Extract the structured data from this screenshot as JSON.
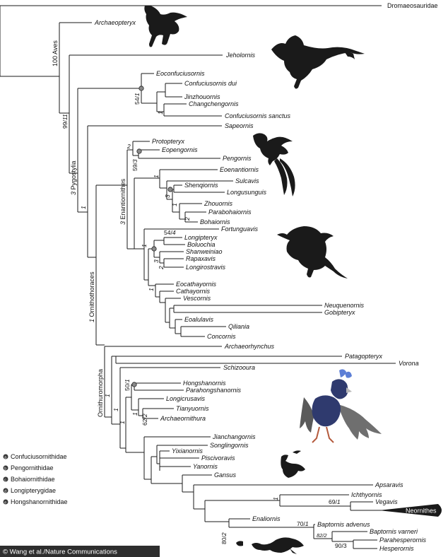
{
  "taxa": {
    "dromaeosauridae": "Dromaeosauridae",
    "archaeopteryx": "Archaeopteryx",
    "jeholornis": "Jeholornis",
    "eoconfuciusornis": "Eoconfuciusornis",
    "confuciusornis_dui": "Confuciusornis dui",
    "jinzhouornis": "Jinzhouornis",
    "changchengornis": "Changchengornis",
    "confuciusornis_sanctus": "Confuciusornis sanctus",
    "sapeornis": "Sapeornis",
    "protopteryx": "Protopteryx",
    "eopengornis": "Eopengornis",
    "pengornis": "Pengornis",
    "eoenantiornis": "Eoenantiornis",
    "sulcavis": "Sulcavis",
    "shenqiornis": "Shenqiornis",
    "longusunguis": "Longusunguis",
    "zhouornis": "Zhouornis",
    "parabohaiornis": "Parabohaiornis",
    "bohaiornis": "Bohaiornis",
    "fortunguavis": "Fortunguavis",
    "longipteryx": "Longipteryx",
    "boluochia": "Boluochia",
    "shanweiniao": "Shanweiniao",
    "rapaxavis": "Rapaxavis",
    "longirostravis": "Longirostravis",
    "eocathayornis": "Eocathayornis",
    "cathayornis": "Cathayornis",
    "vescornis": "Vescornis",
    "neuquenornis": "Neuquenornis",
    "gobipteryx": "Gobipteryx",
    "eoalulavis": "Eoalulavis",
    "qiliania": "Qiliania",
    "concornis": "Concornis",
    "archaeorhynchus": "Archaeorhynchus",
    "patagopteryx": "Patagopteryx",
    "vorona": "Vorona",
    "schizooura": "Schizooura",
    "hongshanornis": "Hongshanornis",
    "parahongshanornis": "Parahongshanornis",
    "longicrusavis": "Longicrusavis",
    "tianyuornis": "Tianyuornis",
    "archaeornithura": "Archaeornithura",
    "jianchangornis": "Jianchangornis",
    "songlingornis": "Songlingornis",
    "yixianornis": "Yixianornis",
    "piscivoravis": "Piscivoravis",
    "yanornis": "Yanornis",
    "gansus": "Gansus",
    "apsaravis": "Apsaravis",
    "ichthyornis": "Ichthyornis",
    "vegavis": "Vegavis",
    "enaliornis": "Enaliornis",
    "baptornis_advenus": "Baptornis advenus",
    "baptornis_varneri": "Baptornis varneri",
    "parahesperornis": "Parahesperornis",
    "hesperornis": "Hesperornis"
  },
  "clades": {
    "aves": "Aves",
    "pygostylia": "Pygostylia",
    "ornithothoraces": "Ornithothoraces",
    "enantiornithes": "Enantiornithes",
    "ornithuromorpha": "Ornithuromorpha",
    "neornithes": "Neornithes"
  },
  "support": {
    "aves": "100",
    "pygostylia_a": "99/",
    "pygostylia_b": "11",
    "pygostylia_num": "3",
    "ornithothoraces": "1",
    "ornithothoraces_inner": "1",
    "enantiornithes": "3",
    "confuciusornithidae": "54/",
    "confuciusornithidae_b": "1",
    "conf_inner": "1",
    "pengornithidae": "59/",
    "pengornithidae_b": "3",
    "protopteryx_node": "2",
    "bohai_1": "1",
    "bohai_3": "3",
    "bohai_2": "2",
    "longipterygidae": "54/",
    "longipterygidae_b": "4",
    "longip_3": "3",
    "longip_2": "2",
    "longip_1": "1",
    "eocath_1": "1",
    "hongshan": "50/",
    "hongshan_b": "1",
    "hongshan_1": "1",
    "arch_1": "1",
    "tianyu": "62/",
    "tianyu_b": "2",
    "ornithuro_1": "1",
    "ornithuro_2": "1",
    "ichthy_1": "1",
    "vegavis": "69/",
    "vegavis_b": "1",
    "hesperornithes": "80/",
    "hesperornithes_b": "2",
    "baptornis": "70/",
    "baptornis_b": "1",
    "baptornis_varneri": "82/2",
    "parahesp": "90/3"
  },
  "legend": [
    {
      "mark": "a",
      "label": "Confuciusornithidae"
    },
    {
      "mark": "b",
      "label": "Pengornithidae"
    },
    {
      "mark": "c",
      "label": "Bohaiornithidae"
    },
    {
      "mark": "d",
      "label": "Longipterygidae"
    },
    {
      "mark": "e",
      "label": "Hongshanornithidae"
    }
  ],
  "credit": "© Wang et al./Nature Communications",
  "colors": {
    "line": "#1a1a1a",
    "silhouette": "#1a1a1a",
    "bird_body": "#2f3a6e",
    "bird_crest": "#5d7fd6",
    "bird_wing": "#6f6f6f",
    "credit_bg": "#2e2e2e"
  },
  "icons": [
    "archaeopteryx-silhouette",
    "jeholornis-silhouette",
    "pengornis-silhouette",
    "longipteryx-silhouette",
    "archaeornithura-illustration",
    "yanornis-silhouette",
    "hesperornis-silhouette"
  ]
}
